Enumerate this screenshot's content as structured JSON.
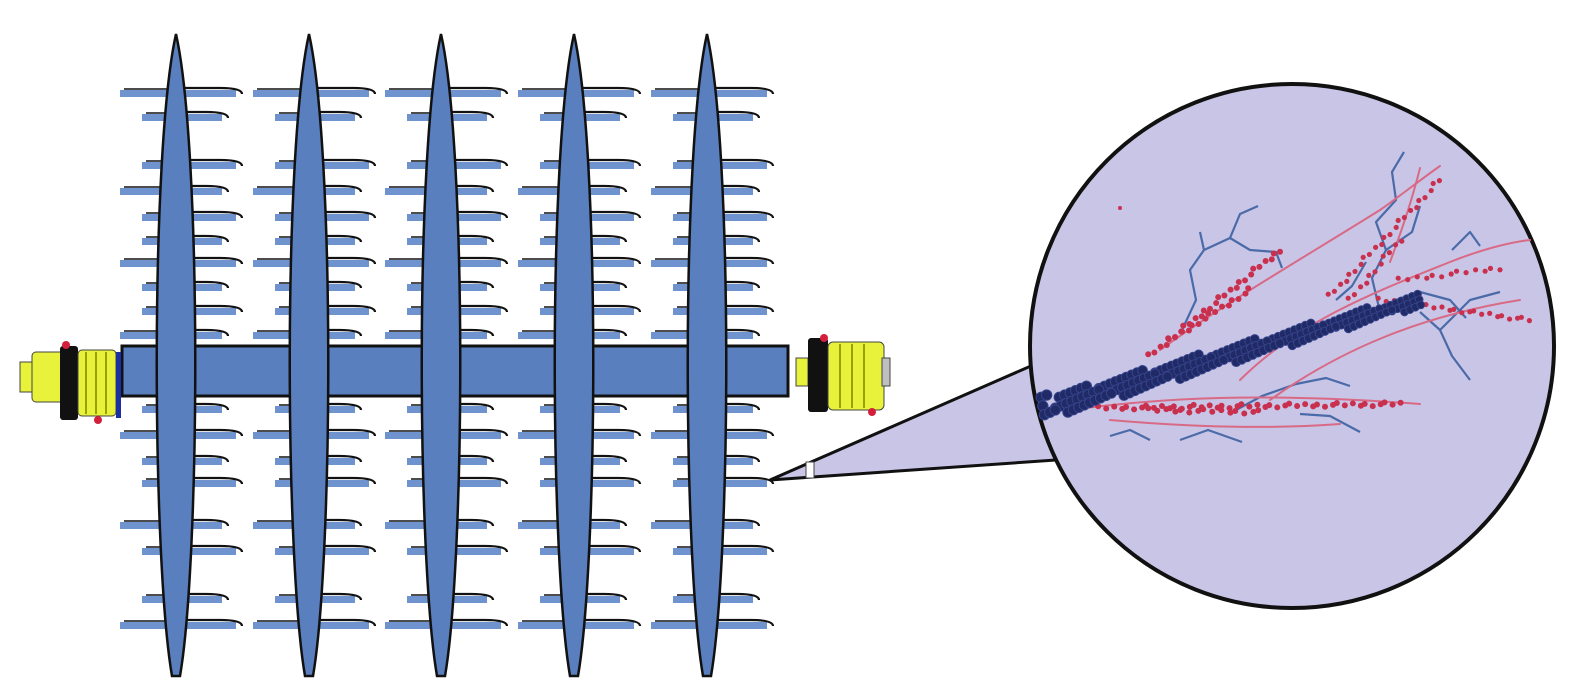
{
  "colors": {
    "background": "#ffffff",
    "spine": "#5a7fbe",
    "outline": "#111111",
    "comb_shadow": "#6f93cf",
    "connector_body": "#e8f23a",
    "connector_band": "#111111",
    "connector_pin": "#d21f3c",
    "zoom_fill": "#c9c5e6",
    "fiber_blue": "#4a6aa8",
    "fiber_red": "#c8304e",
    "fiber_red_light": "#d96a86",
    "cluster_dark": "#1f2a66"
  },
  "components": {
    "shank_count": 5,
    "connectors": [
      "connector-left",
      "connector-right"
    ],
    "magnifier": "zoom-inset"
  }
}
